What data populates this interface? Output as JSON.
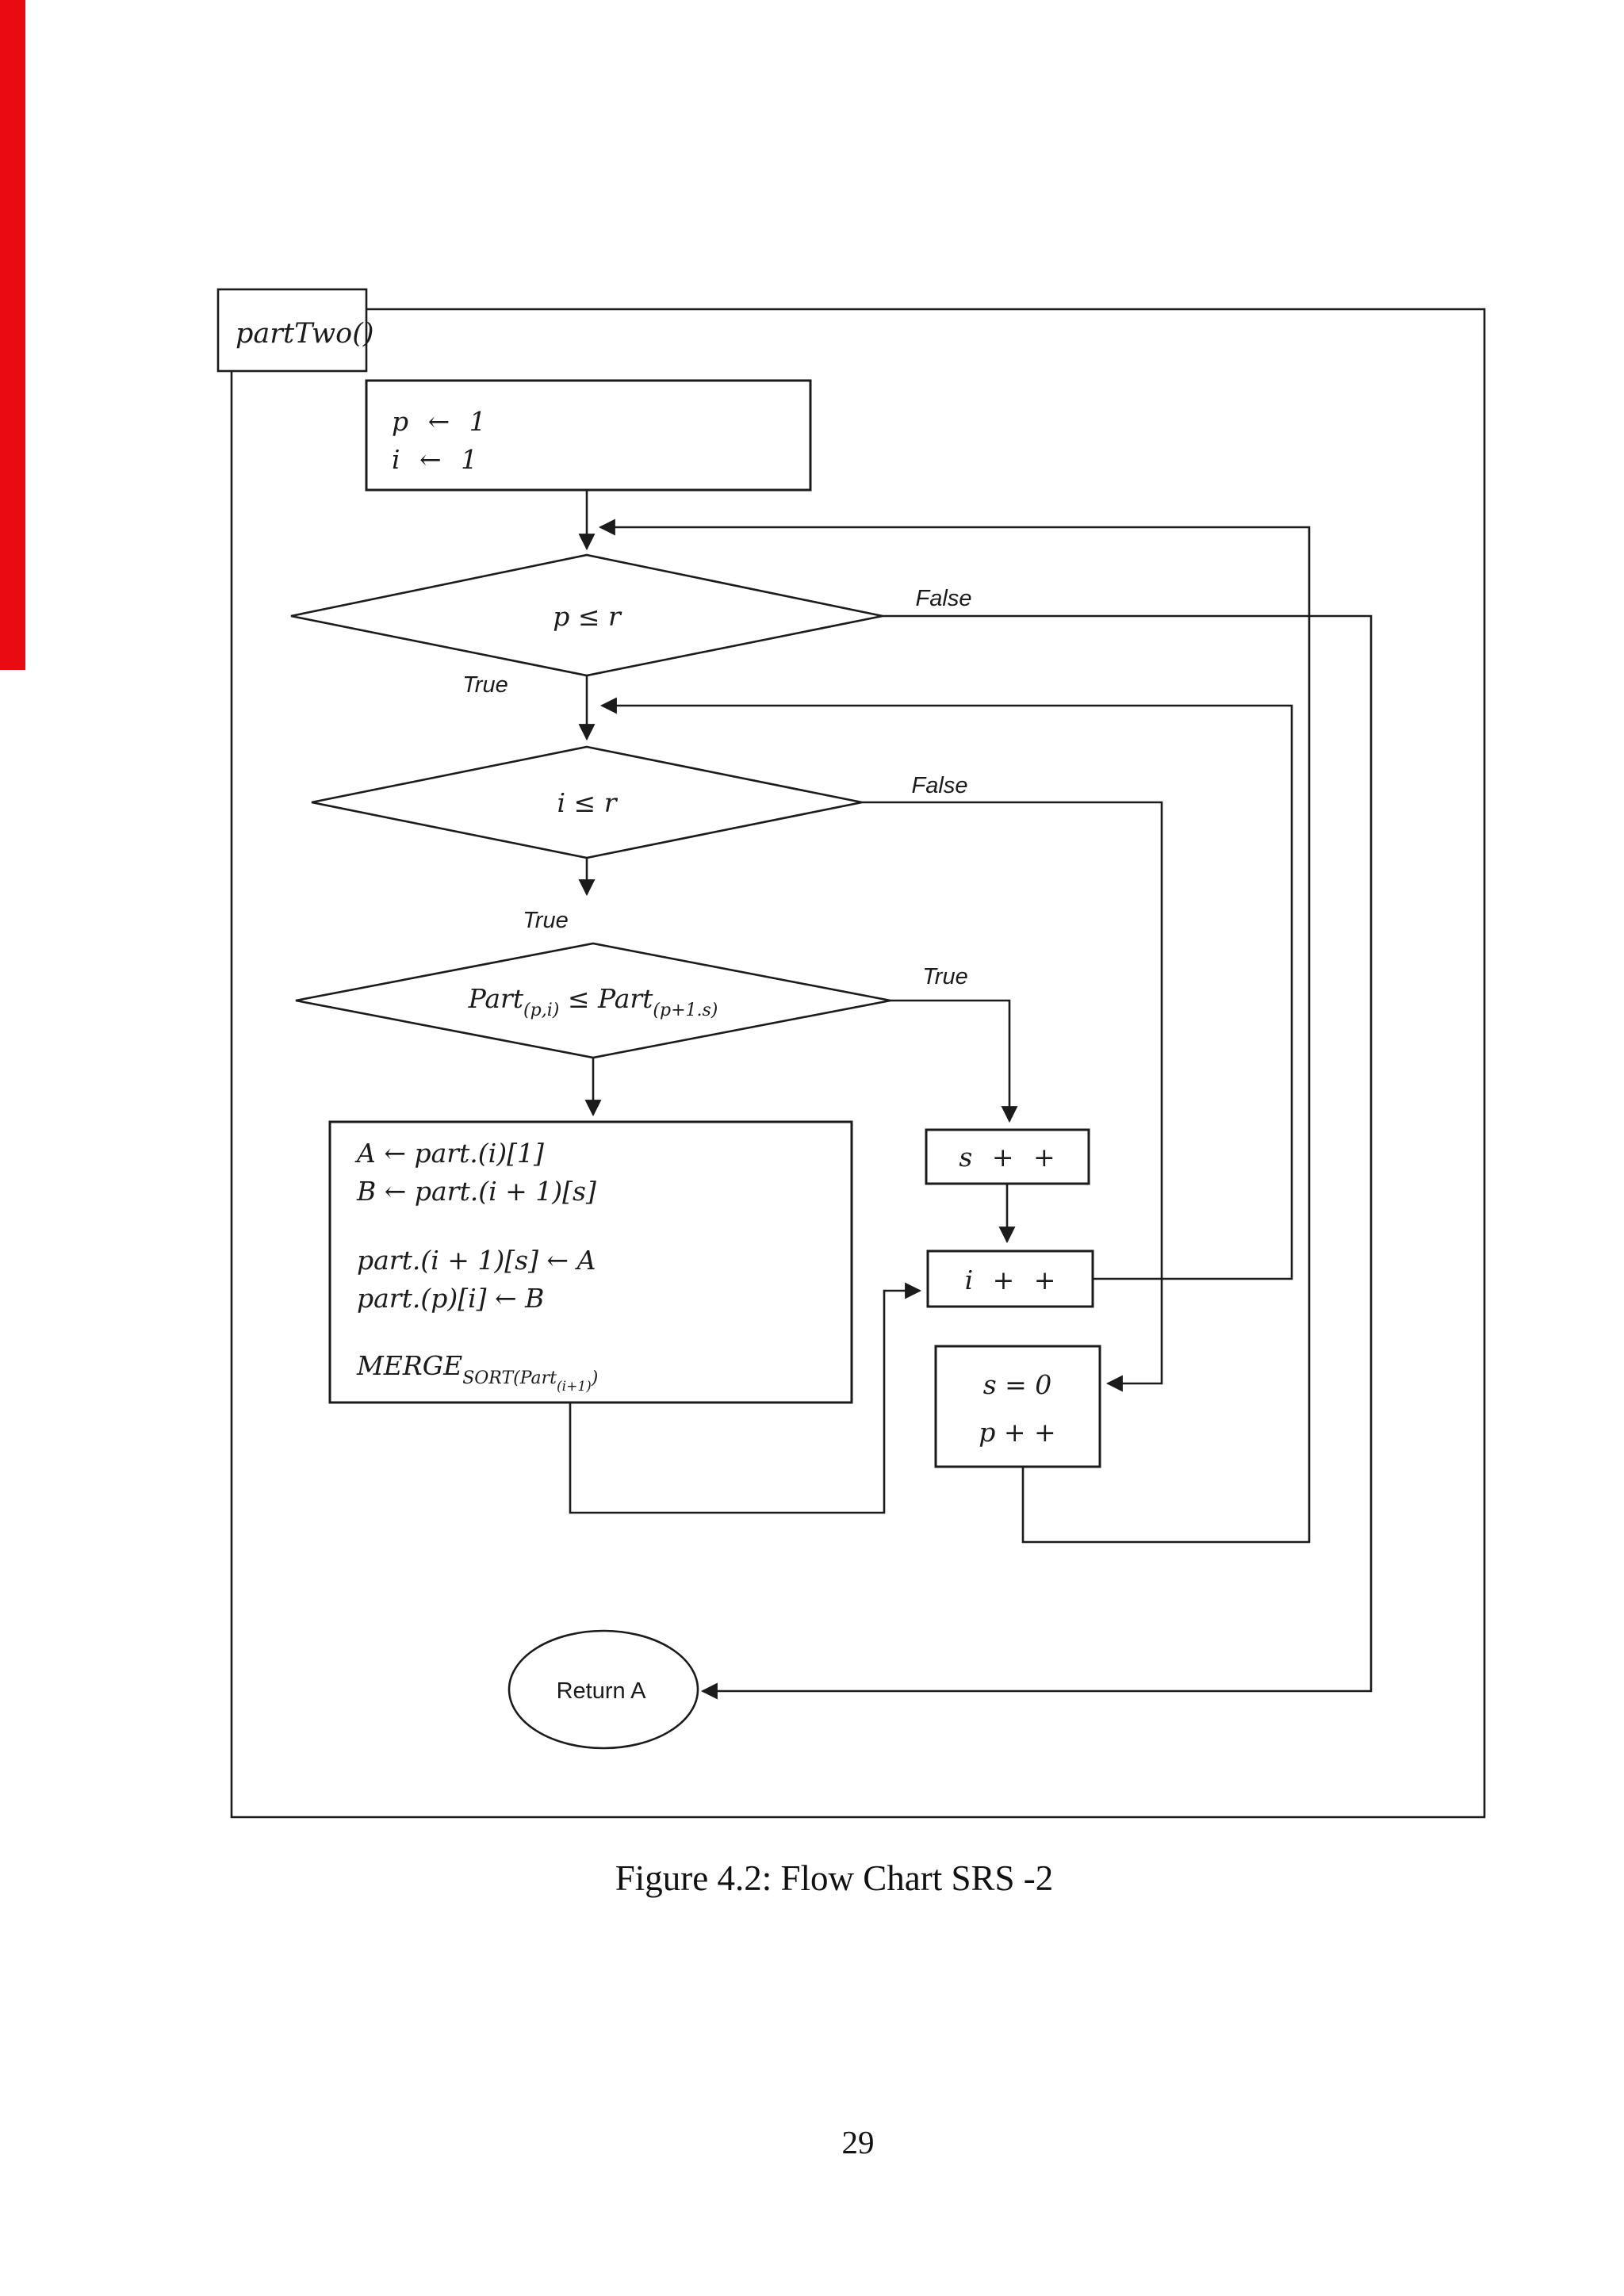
{
  "colors": {
    "ink": "#1b1b1b",
    "artifact_red": "#ea0b12"
  },
  "page": {
    "caption": "Figure 4.2: Flow Chart SRS -2",
    "page_number": "29"
  },
  "flowchart": {
    "function_label": "partTwo()",
    "init_box": {
      "line1": "p ← 1",
      "line2": "i ← 1"
    },
    "decision_p": {
      "condition": "p ≤ r",
      "true_label": "True",
      "false_label": "False"
    },
    "decision_i": {
      "condition": "i ≤ r",
      "true_label": "True",
      "false_label": "False"
    },
    "decision_part": {
      "base1": "Part",
      "sub1": "(p,i)",
      "operator": " ≤ ",
      "base2": "Part",
      "sub2": "(p+1.s)",
      "true_label": "True"
    },
    "swap_box": {
      "line1": "A ← part.(i)[1]",
      "line2": "B ← part.(i + 1)[s]",
      "line3": "part.(i + 1)[s] ← A",
      "line4": "part.(p)[i] ← B",
      "merge_main": "MERGE",
      "merge_sub": "SORT(Part",
      "merge_subsub": "(i+1)",
      "merge_close": ")"
    },
    "s_increment": "s + +",
    "i_increment": "i + +",
    "reset_box": {
      "line1": "s = 0",
      "line2": "p + +"
    },
    "return_label": "Return A"
  }
}
